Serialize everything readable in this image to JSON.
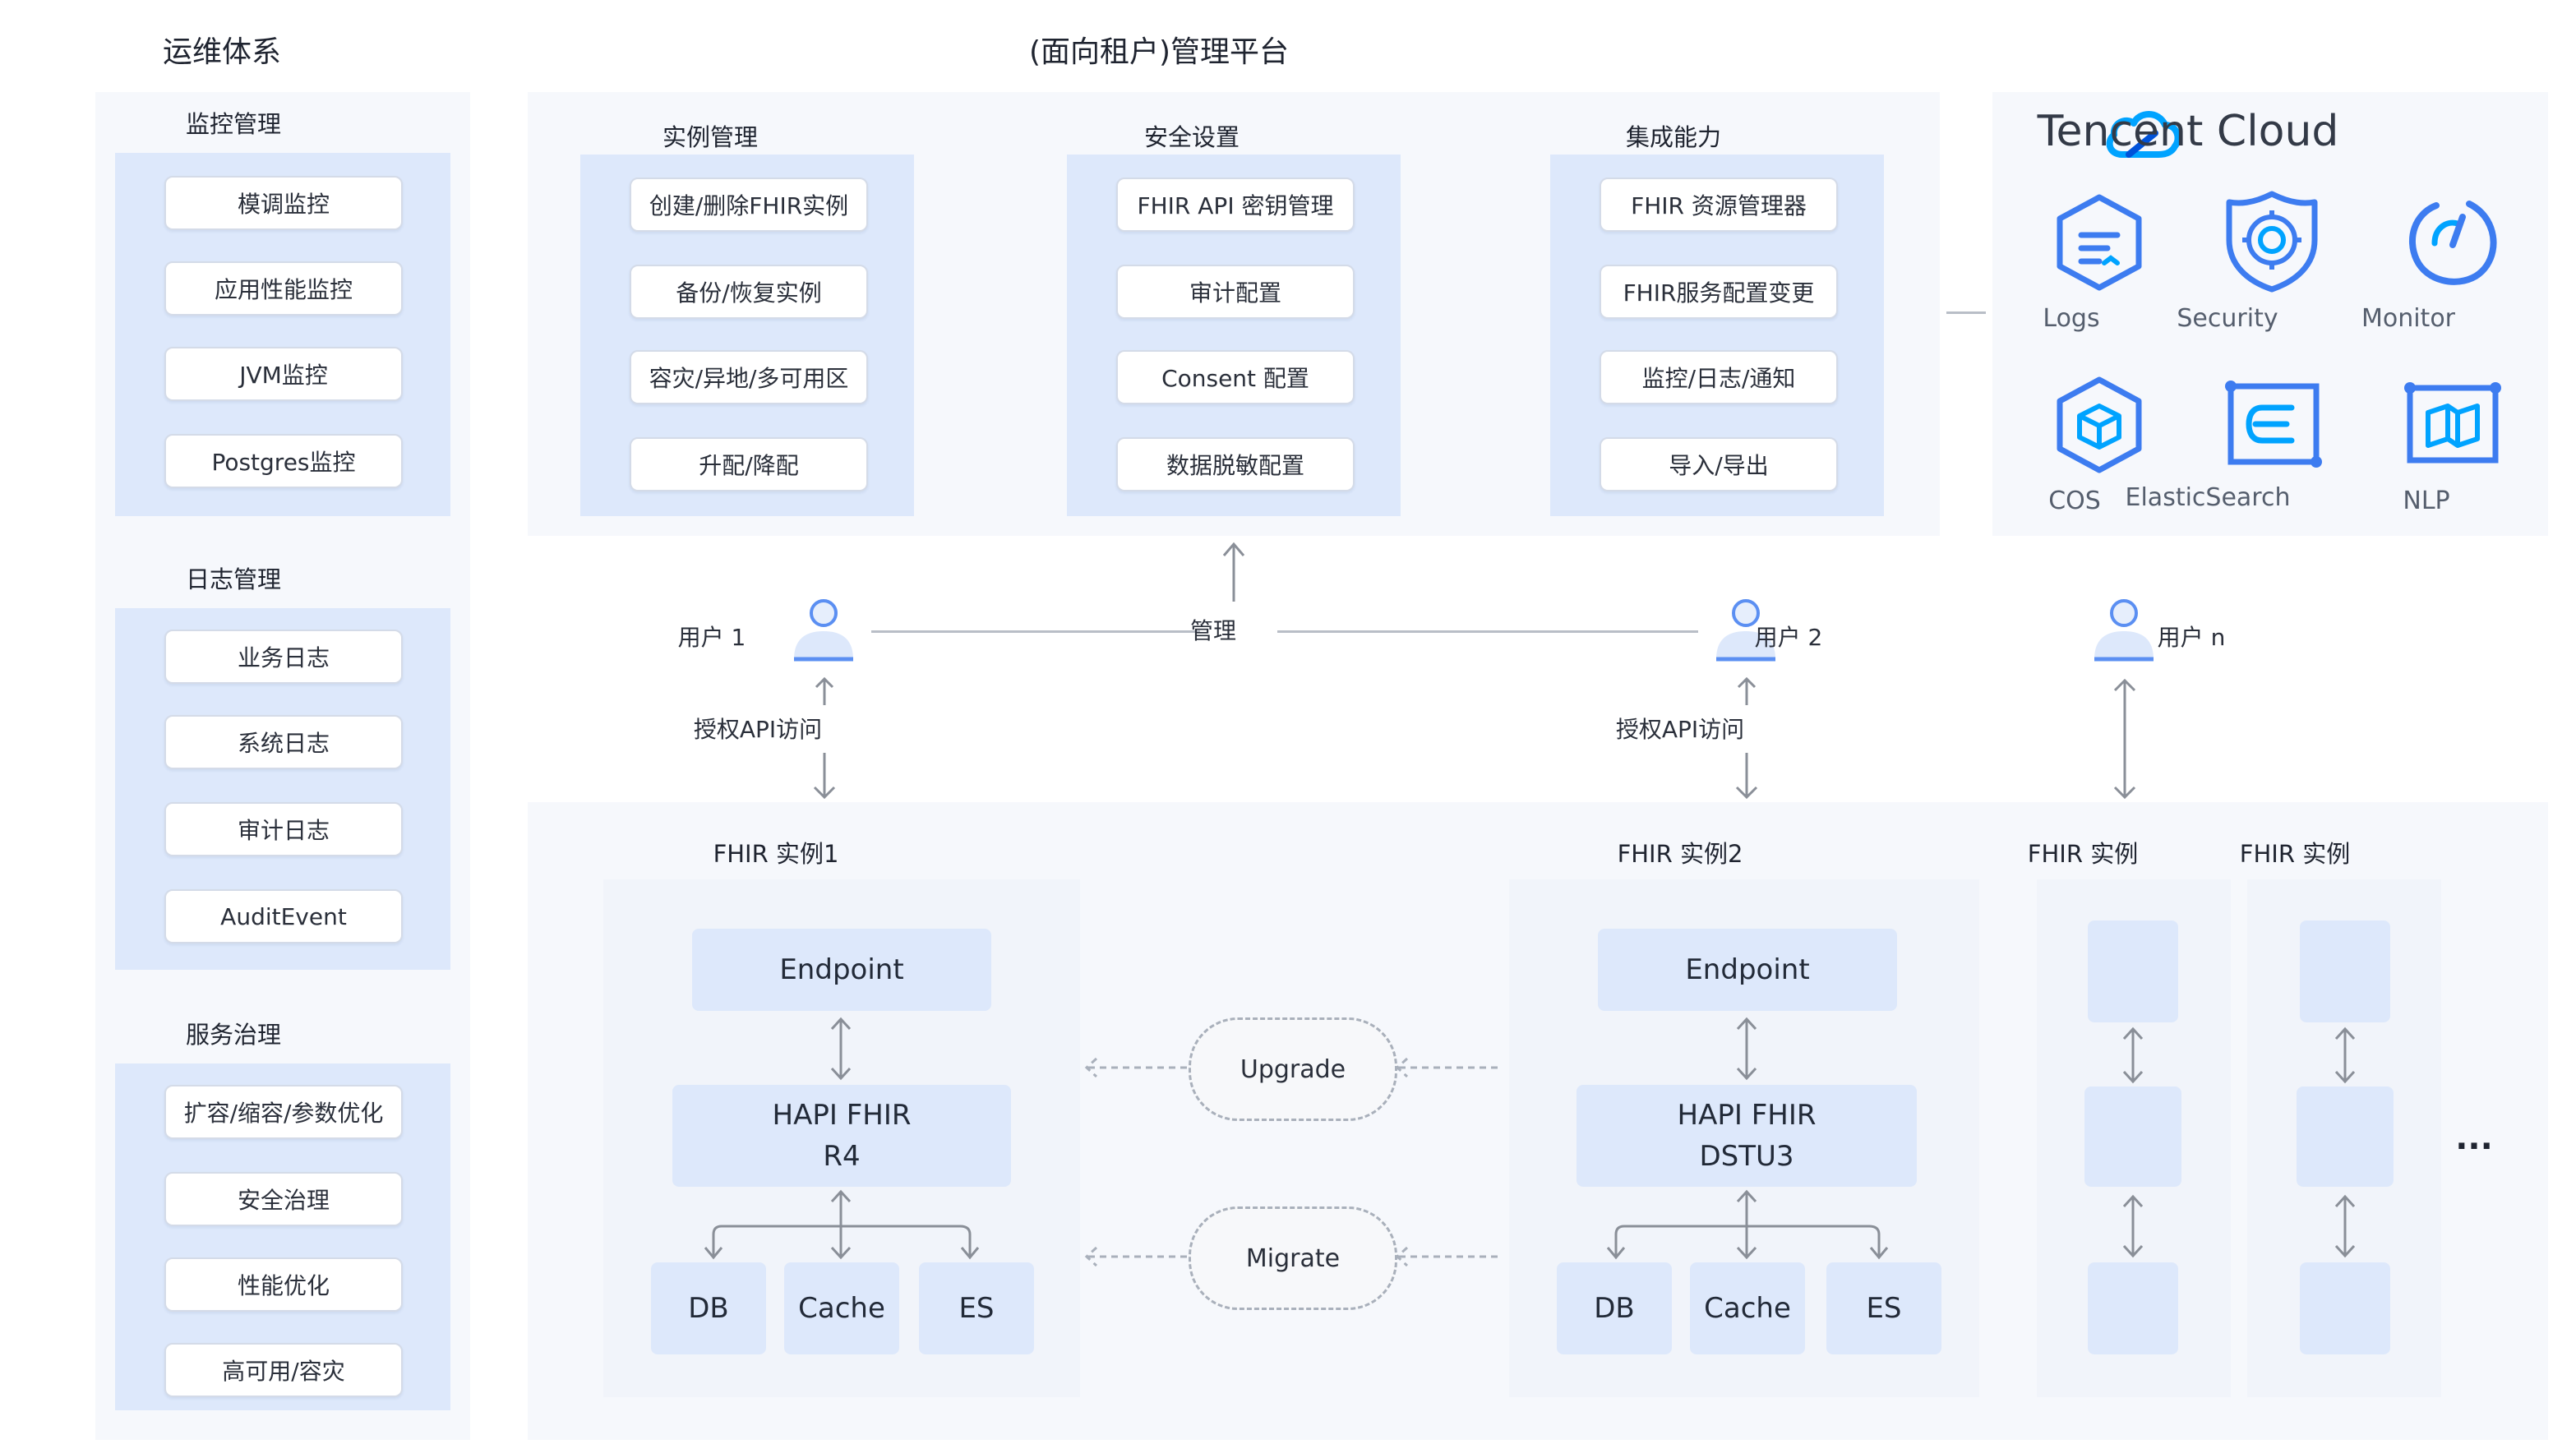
{
  "ops": {
    "title": "运维体系",
    "groups": [
      {
        "title": "监控管理",
        "items": [
          "模调监控",
          "应用性能监控",
          "JVM监控",
          "Postgres监控"
        ]
      },
      {
        "title": "日志管理",
        "items": [
          "业务日志",
          "系统日志",
          "审计日志",
          "AuditEvent"
        ]
      },
      {
        "title": "服务治理",
        "items": [
          "扩容/缩容/参数优化",
          "安全治理",
          "性能优化",
          "高可用/容灾"
        ]
      }
    ]
  },
  "platform": {
    "title": "(面向租户)管理平台",
    "groups": [
      {
        "title": "实例管理",
        "items": [
          "创建/删除FHIR实例",
          "备份/恢复实例",
          "容灾/异地/多可用区",
          "升配/降配"
        ]
      },
      {
        "title": "安全设置",
        "items": [
          "FHIR API 密钥管理",
          "审计配置",
          "Consent 配置",
          "数据脱敏配置"
        ]
      },
      {
        "title": "集成能力",
        "items": [
          "FHIR 资源管理器",
          "FHIR服务配置变更",
          "监控/日志/通知",
          "导入/导出"
        ]
      }
    ]
  },
  "cloud": {
    "brand": "Tencent Cloud",
    "brand_colors": [
      "#00a3ff",
      "#0052d9"
    ],
    "services": [
      {
        "name": "Logs",
        "icon": "logs-icon"
      },
      {
        "name": "Security",
        "icon": "security-icon"
      },
      {
        "name": "Monitor",
        "icon": "monitor-icon"
      },
      {
        "name": "COS",
        "icon": "cos-icon"
      },
      {
        "name": "ElasticSearch",
        "icon": "elasticsearch-icon"
      },
      {
        "name": "NLP",
        "icon": "nlp-icon"
      }
    ]
  },
  "users": {
    "user1": "用户 1",
    "user2": "用户 2",
    "usern": "用户 n",
    "manage": "管理",
    "api_access": "授权API访问"
  },
  "instances": {
    "inst1": {
      "title": "FHIR 实例1",
      "endpoint": "Endpoint",
      "hapi_line1": "HAPI FHIR",
      "hapi_line2": "R4",
      "stores": [
        "DB",
        "Cache",
        "ES"
      ]
    },
    "inst2": {
      "title": "FHIR 实例2",
      "endpoint": "Endpoint",
      "hapi_line1": "HAPI FHIR",
      "hapi_line2": "DSTU3",
      "stores": [
        "DB",
        "Cache",
        "ES"
      ]
    },
    "inst3": {
      "title": "FHIR 实例"
    },
    "inst4": {
      "title": "FHIR 实例"
    },
    "upgrade": "Upgrade",
    "migrate": "Migrate",
    "ellipsis": "..."
  },
  "colors": {
    "accent_blue": "#5b8ff2",
    "box_blue": "#dde8fb",
    "panel_bg": "#f6f8fc",
    "arrow_gray": "#8a8f98"
  }
}
